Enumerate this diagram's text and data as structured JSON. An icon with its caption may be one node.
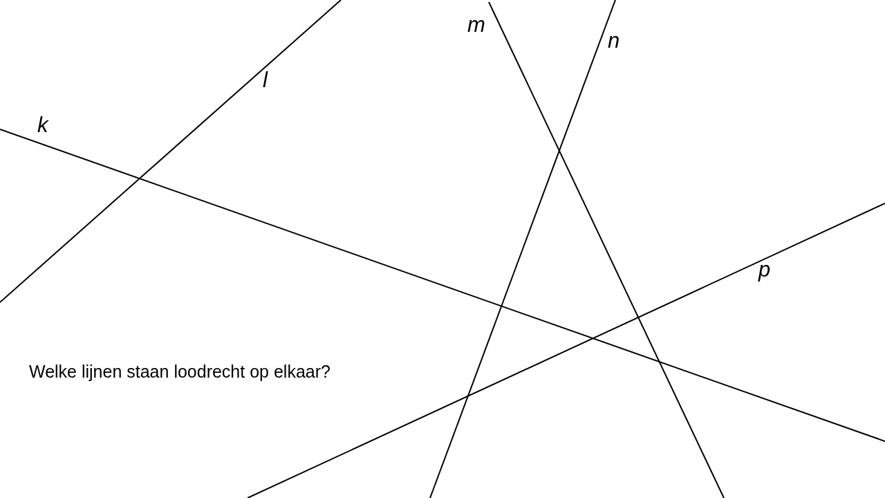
{
  "diagram": {
    "labels": [
      "m",
      "n",
      "l",
      "k",
      "p",
      "Welke lijnen staan loodrecht op elkaar?"
    ]
  }
}
